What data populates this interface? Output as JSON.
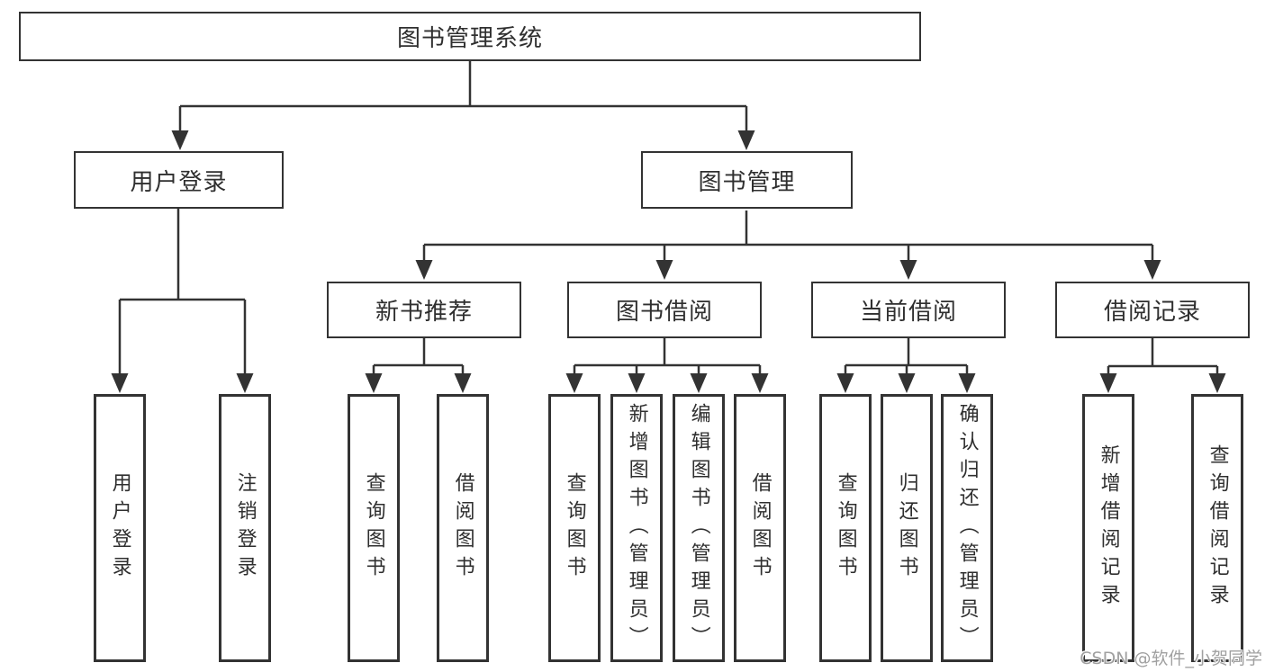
{
  "tree": {
    "label": "图书管理系统",
    "children": [
      {
        "label": "用户登录",
        "children": [
          {
            "label": "用户登录"
          },
          {
            "label": "注销登录"
          }
        ]
      },
      {
        "label": "图书管理",
        "children": [
          {
            "label": "新书推荐",
            "children": [
              {
                "label": "查询图书"
              },
              {
                "label": "借阅图书"
              }
            ]
          },
          {
            "label": "图书借阅",
            "children": [
              {
                "label": "查询图书"
              },
              {
                "label": "新增图书（管理员）"
              },
              {
                "label": "编辑图书（管理员）"
              },
              {
                "label": "借阅图书"
              }
            ]
          },
          {
            "label": "当前借阅",
            "children": [
              {
                "label": "查询图书"
              },
              {
                "label": "归还图书"
              },
              {
                "label": "确认归还（管理员）"
              }
            ]
          },
          {
            "label": "借阅记录",
            "children": [
              {
                "label": "新增借阅记录"
              },
              {
                "label": "查询借阅记录"
              }
            ]
          }
        ]
      }
    ]
  },
  "watermark": {
    "text": "CSDN @软件_小贺同学"
  },
  "colors": {
    "line": "#333333",
    "box_border": "#333333",
    "box_fill": "#ffffff",
    "text": "#2f2f2f",
    "watermark": "#a0a0a0",
    "background": "#ffffff"
  }
}
